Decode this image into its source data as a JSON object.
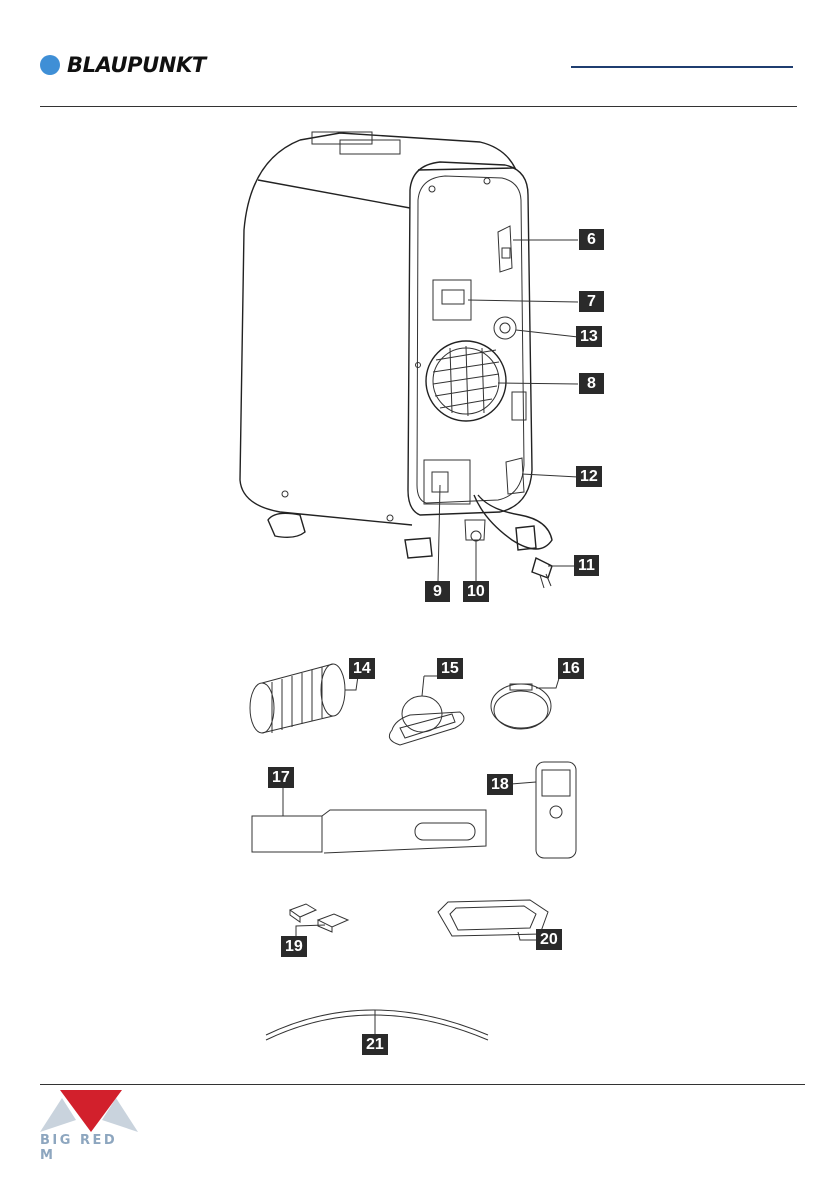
{
  "header": {
    "brand": "BLAUPUNKT"
  },
  "callouts": [
    "6",
    "7",
    "13",
    "8",
    "12",
    "11",
    "9",
    "10",
    "14",
    "15",
    "16",
    "17",
    "18",
    "19",
    "20",
    "21"
  ],
  "footer": {
    "logo_text": "BIG RED M"
  },
  "colors": {
    "brand_dot": "#3f8fd6",
    "brand_rule": "#1f3e70",
    "logo_red": "#d2202c",
    "logo_grey": "#c9d3dd"
  }
}
